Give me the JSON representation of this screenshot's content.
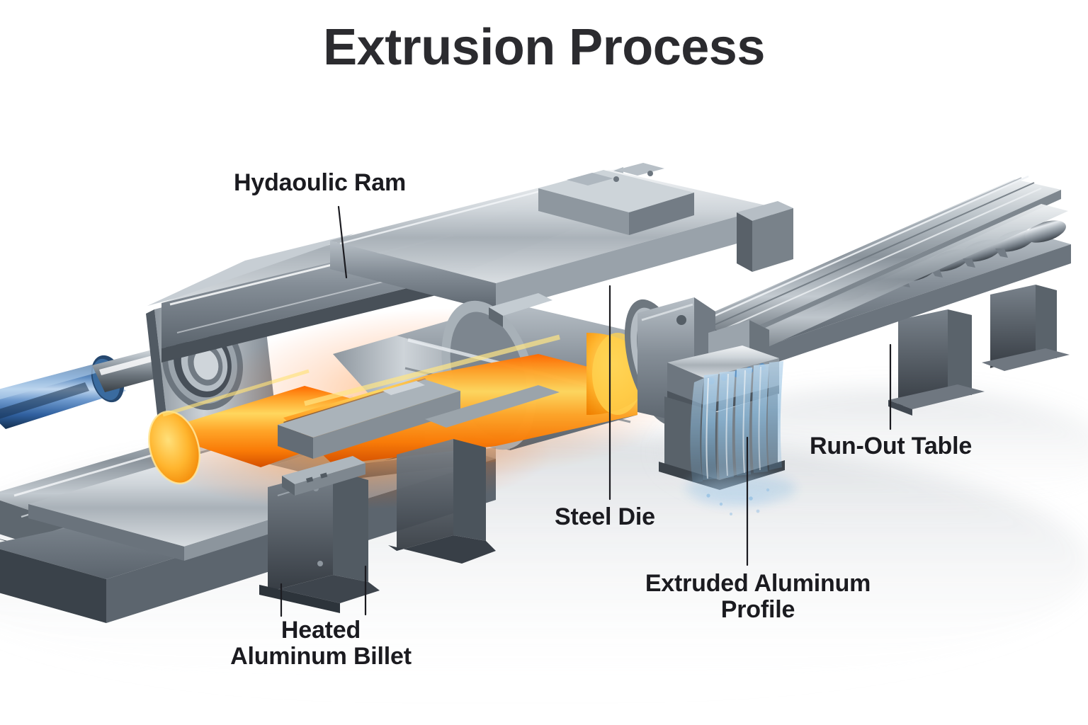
{
  "title": "Extrusion Process",
  "background_color": "#ffffff",
  "title_color": "#2b2b2f",
  "label_color": "#1b1b20",
  "labels": {
    "hydraulic_ram": "Hydaoulic Ram",
    "heated_billet": "Heated\nAluminum Billet",
    "steel_die": "Steel Die",
    "extruded_profile": "Extruded Aluminum\nProfile",
    "run_out_table": "Run-Out Table"
  },
  "palette": {
    "steel_light": "#e3e7ea",
    "steel_mid": "#9aa3ab",
    "steel_dark": "#4d555d",
    "steel_darkest": "#2b3036",
    "billet_hot": "#ff8a0c",
    "billet_core": "#ffc83d",
    "billet_glow": "#ff5a00",
    "hydraulic_blue": "#2f5f9e",
    "hydraulic_blue_light": "#87b2de",
    "water_blue": "#7fb3dd",
    "leader_line": "#1b1b20"
  },
  "diagram": {
    "type": "technical-cutaway-illustration",
    "subject": "aluminum extrusion press",
    "components": [
      "hydraulic ram cylinder",
      "ram rod",
      "press end plate",
      "billet container",
      "heated aluminum billet",
      "steel die stack",
      "water quench manifold",
      "extruded aluminum profile",
      "run-out table rollers",
      "support pedestals",
      "base rails"
    ]
  }
}
